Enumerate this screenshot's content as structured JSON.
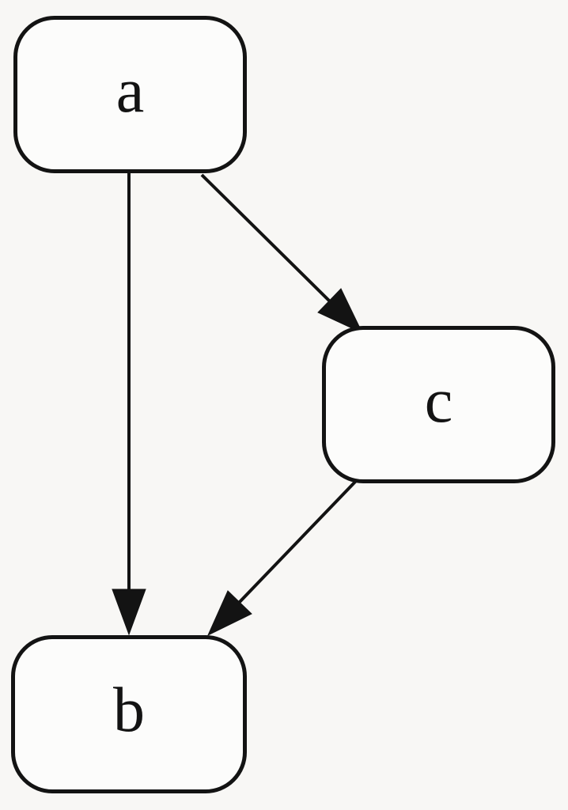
{
  "diagram": {
    "type": "directed-graph",
    "nodes": [
      {
        "id": "a",
        "label": "a"
      },
      {
        "id": "c",
        "label": "c"
      },
      {
        "id": "b",
        "label": "b"
      }
    ],
    "edges": [
      {
        "from": "a",
        "to": "b"
      },
      {
        "from": "a",
        "to": "c"
      },
      {
        "from": "c",
        "to": "b"
      }
    ],
    "colors": {
      "background": "#f8f7f5",
      "node_fill": "#fcfcfb",
      "stroke": "#131313"
    }
  }
}
